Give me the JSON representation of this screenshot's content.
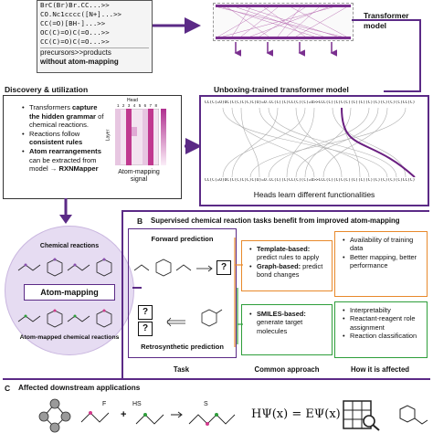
{
  "input_box": {
    "lines": [
      "BrC(Br)Br.CC...>>",
      "CO.Nc1cccc([N+]...>>",
      "CC(=O)[BH-]...>>",
      "OC(C)=O)C(=O...>>",
      "CC(C)=O)C(=O...>>"
    ],
    "footer": "precursors>>products",
    "footer_bold": "without atom-mapping"
  },
  "transformer_label": "Transformer model",
  "discovery": {
    "title": "Discovery & utilization",
    "b1_pre": "Transformers ",
    "b1_bold": "capture the hidden grammar",
    "b1_post": " of chemical reactions.",
    "b2_pre": "Reactions follow ",
    "b2_bold": "consistent rules",
    "b3_bold": "Atom rearrangements",
    "b3_post": " can be extracted from model ",
    "b3_arrow": "→",
    "b3_tool": "RXNMapper",
    "heat_head_label": "Head",
    "heat_head_ticks": [
      "1",
      "2",
      "3",
      "4",
      "5",
      "6",
      "7",
      "8"
    ],
    "heat_layer_label": "Layer",
    "heat_signal_label": "Atom-mapping signal"
  },
  "unboxing": {
    "title": "Unboxing-trained transformer model",
    "top_seq": "CC(C(=O)OC(C(C)C)C)C(O)=O.CC(C)(C)CC(C)(C)=O>>CCC(C)(C)C(C)(C)(C)(C)(C)(C)(C)(C)CC(C)",
    "bottom_seq": "CC(C(=O)OC(C(C)C)C)C(O)=O.CC(C)(C)CC(C)(C)=O>>CCC(C)(C)C(C)(C)(C)(C)(C)(C)(C)(C)CC(C)",
    "caption": "Heads learn different functionalities"
  },
  "center": {
    "top_label": "Chemical reactions",
    "badge": "Atom-mapping",
    "bottom_label": "Atom-mapped chemical reactions"
  },
  "section_b": {
    "letter": "B",
    "title": "Supervised chemical reaction tasks benefit from improved atom-mapping",
    "forward": "Forward prediction",
    "retro": "Retrosynthetic prediction",
    "q": "?",
    "task_label": "Task",
    "approach_label": "Common approach",
    "affected_label": "How it is affected",
    "approach1": [
      {
        "bold": "Template-based:",
        "text": " predict rules to apply"
      },
      {
        "bold": "Graph-based:",
        "text": " predict bond changes"
      }
    ],
    "approach2": [
      {
        "bold": "SMILES-based:",
        "text": " generate target molecules"
      }
    ],
    "affected1": [
      "Availability of training data",
      "Better mapping, better performance"
    ],
    "affected2": [
      "Interpretabilty",
      "Reactant-reagent role assignment",
      "Reaction classification"
    ]
  },
  "section_c": {
    "letter": "C",
    "title": "Affected downstream applications",
    "plus": "+",
    "equation": "HΨ(x) = EΨ(x)",
    "atoms": [
      "F",
      "HS",
      "S"
    ]
  },
  "colors": {
    "purple": "#5b2a86",
    "magenta": "#b03aa0",
    "orange": "#e8892b",
    "green": "#2e9e3a",
    "lavender": "#e6dcf2"
  }
}
